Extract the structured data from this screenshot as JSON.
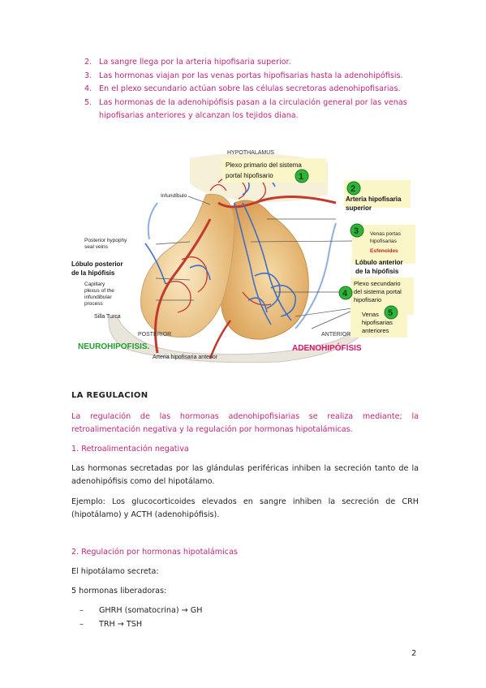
{
  "steps": [
    {
      "num": "2.",
      "text": "La sangre llega por la arteria hipofisaria superior."
    },
    {
      "num": "3.",
      "text": "Las hormonas viajan por las venas portas hipofisarias hasta la adenohipófisis."
    },
    {
      "num": "4.",
      "text": "En el plexo secundario actúan sobre las células secretoras adenohipofisarias."
    },
    {
      "num": "5.",
      "text": "Las hormonas de la adenohipófisis pasan a la circulación general por las venas hipofisarias anteriores y alcanzan los tejidos diana."
    }
  ],
  "figure": {
    "hypothalamus": "HYPOTHALAMUS",
    "plexo_primario_1": "Plexo primario del sistema",
    "plexo_primario_2": "portal hipofisario",
    "num1": "1",
    "num2": "2",
    "num3": "3",
    "num4": "4",
    "num5": "5",
    "arteria_sup_1": "Arteria hipofisaria",
    "arteria_sup_2": "superior",
    "infundibulo": "Infundíbulo",
    "venas_portas_1": "Venas portas",
    "venas_portas_2": "hipofisarias",
    "esfenoides": "Esfenoides",
    "posterior_veins_1": "Posterior hypophy",
    "posterior_veins_2": "seal veins",
    "lobulo_posterior_1": "Lóbulo posterior",
    "lobulo_posterior_2": "de la hipófisis",
    "lobulo_anterior_1": "Lóbulo anterior",
    "lobulo_anterior_2": "de la hipófisis",
    "capillary_1": "Capillary",
    "capillary_2": "plexus of the",
    "capillary_3": "infundibular",
    "capillary_4": "process",
    "plexo_sec_1": "Plexo secundario",
    "plexo_sec_2": "del sistema portal",
    "plexo_sec_3": "hipofisario",
    "silla_turca": "Silla Turca",
    "venas_ant_1": "Venas",
    "venas_ant_2": "hipofisarias",
    "venas_ant_3": "anteriores",
    "posterior": "POSTERIOR",
    "anterior": "ANTERIOR",
    "neurohipofisis": "NEUROHIPOFISIS.",
    "adenohipofisis": "ADENOHIPÓFISIS",
    "arteria_ant": "Arteria hipofisaria anterior",
    "colors": {
      "green": "#1f9e2c",
      "pink_label": "#d6196b",
      "red_label": "#c0262b",
      "yellow": "#f7efb0",
      "box": "#fbf6c8"
    }
  },
  "section_title": "LA REGULACION",
  "intro": "La regulación de las hormonas adenohipofisiarias se realiza mediante; la retroalimentación negativa y la regulación por hormonas hipotalámicas.",
  "sub1_title": "1. Retroalimentación negativa",
  "sub1_p1": "Las hormonas secretadas por las glándulas periféricas inhiben la secreción tanto de la adenohipófisis como del hipotálamo.",
  "sub1_p2": "Ejemplo: Los glucocorticoides elevados en sangre inhiben la secreción de CRH (hipotálamo) y ACTH (adenohipófisis).",
  "sub2_title": "2. Regulación por hormonas hipotalámicas",
  "sub2_p1": "El hipotálamo secreta:",
  "sub2_p2": "5 hormonas liberadoras:",
  "bullets": [
    {
      "dash": "–",
      "text": "GHRH (somatocrina) → GH"
    },
    {
      "dash": "–",
      "text": "TRH → TSH"
    }
  ],
  "page_number": "2"
}
